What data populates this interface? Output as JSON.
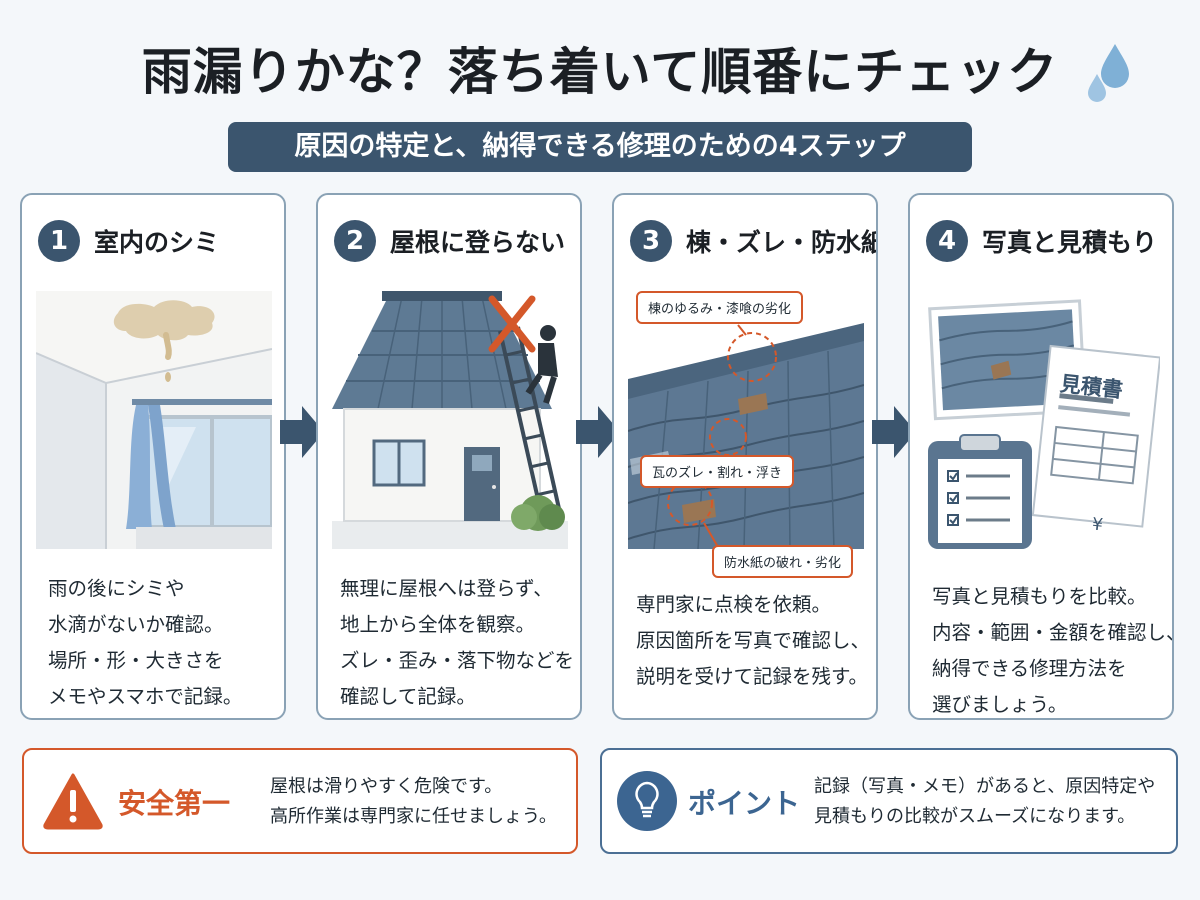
{
  "header": {
    "title": "雨漏りかな？落ち着いて順番にチェック",
    "subtitle": "原因の特定と、納得できる修理のための4ステップ"
  },
  "steps": [
    {
      "number": "1",
      "title": "室内のシミ",
      "lines": [
        "雨の後にシミや",
        "水滴がないか確認。",
        "場所・形・大きさを",
        "メモやスマホで記録。"
      ]
    },
    {
      "number": "2",
      "title": "屋根に登らない",
      "lines": [
        "無理に屋根へは登らず、",
        "地上から全体を観察。",
        "ズレ・歪み・落下物などを",
        "確認して記録。"
      ]
    },
    {
      "number": "3",
      "title": "棟・ズレ・防水紙",
      "lines": [
        "専門家に点検を依頼。",
        "原因箇所を写真で確認し、",
        "説明を受けて記録を残す。"
      ],
      "callouts": [
        "棟のゆるみ・漆喰の劣化",
        "瓦のズレ・割れ・浮き",
        "防水紙の破れ・劣化"
      ]
    },
    {
      "number": "4",
      "title": "写真と見積もり",
      "lines": [
        "写真と見積もりを比較。",
        "内容・範囲・金額を確認し、",
        "納得できる修理方法を",
        "選びましょう。"
      ],
      "doc_title": "見積書",
      "yen_mark": "¥"
    }
  ],
  "safety": {
    "label": "安全第一",
    "lines": [
      "屋根は滑りやすく危険です。",
      "高所作業は専門家に任せましょう。"
    ],
    "icon": "warning-icon",
    "color": "#d4582a"
  },
  "point": {
    "label": "ポイント",
    "lines": [
      "記録（写真・メモ）があると、原因特定や",
      "見積もりの比較がスムーズになります。"
    ],
    "icon": "lightbulb-icon",
    "color": "#3c6591"
  },
  "colors": {
    "navy": "#3b556e",
    "accent_orange": "#d4582a",
    "card_border": "#8aa2b5"
  }
}
